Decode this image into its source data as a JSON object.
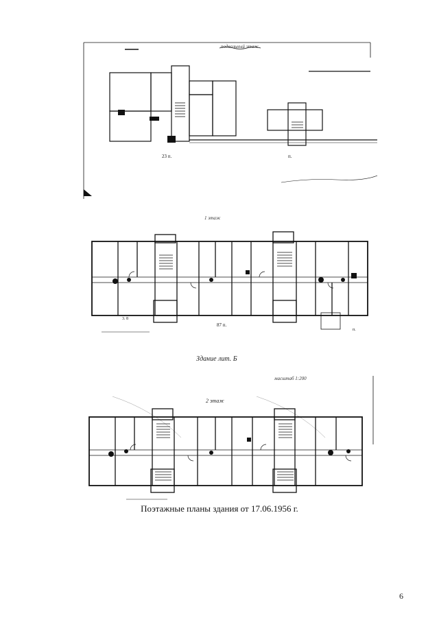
{
  "document": {
    "caption": "Поэтажные планы здания от 17.06.1956 г.",
    "page_number": "6"
  },
  "drawings": {
    "basement_title": "подвальный этаж",
    "first_floor_title": "1 этаж",
    "second_floor_title": "2 этаж",
    "sheet_label": "Здание лит. Б",
    "scale_label": "масштаб 1:200"
  }
}
